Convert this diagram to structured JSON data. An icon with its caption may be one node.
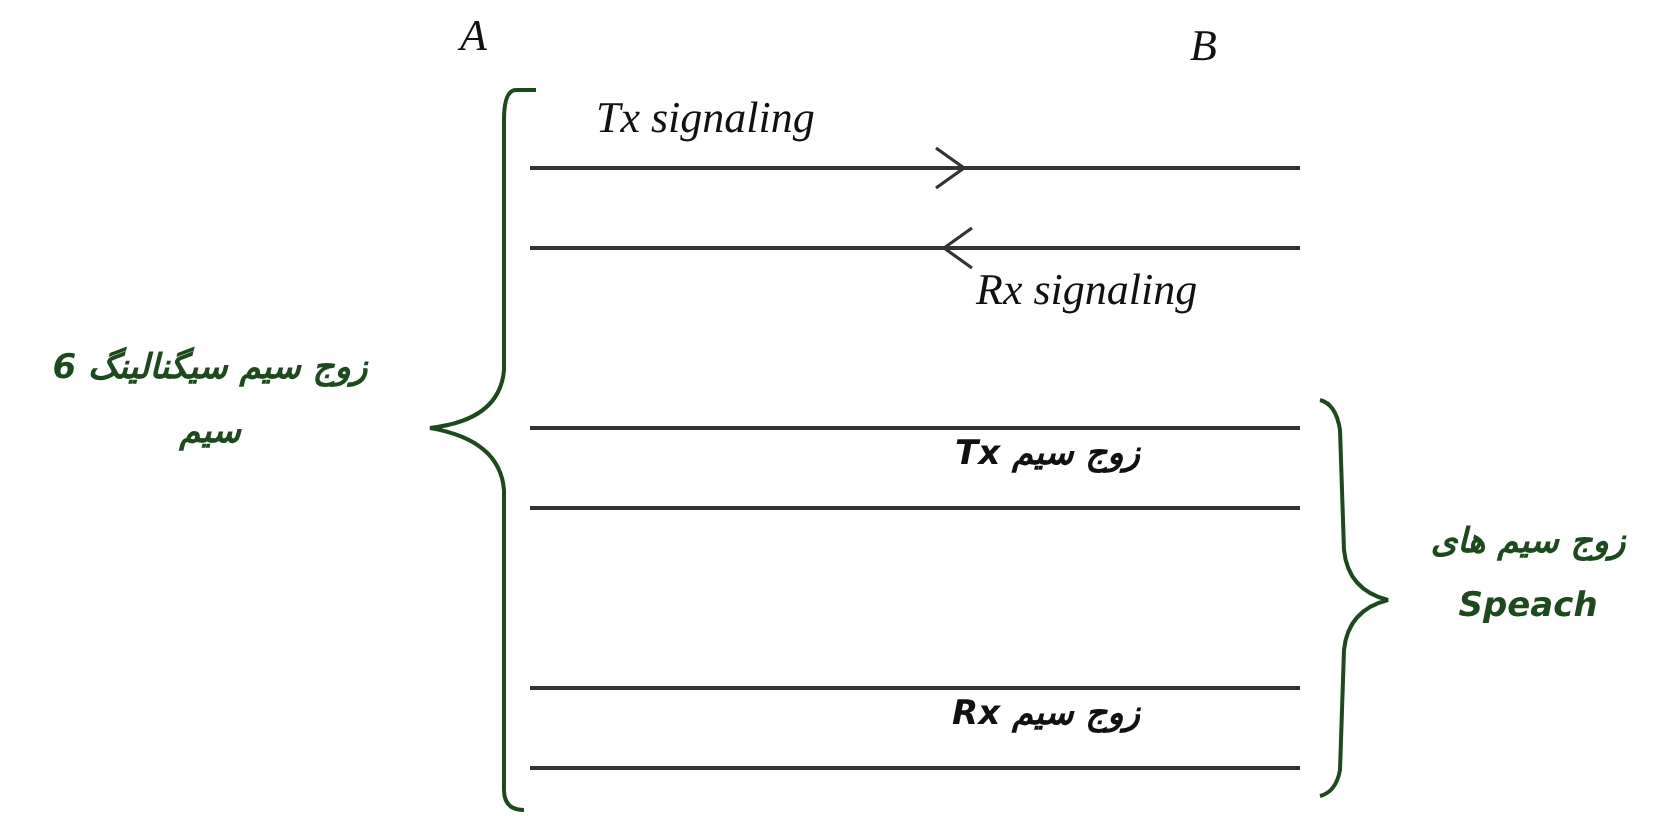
{
  "diagram": {
    "labels": [
      "A",
      "B",
      "Tx signaling",
      "Rx signaling",
      "زوج سیم سیگنالینگ 6 سیم",
      "زوج سیم Tx",
      "زوج سیم های Speach",
      "زوج سیم Rx"
    ]
  }
}
